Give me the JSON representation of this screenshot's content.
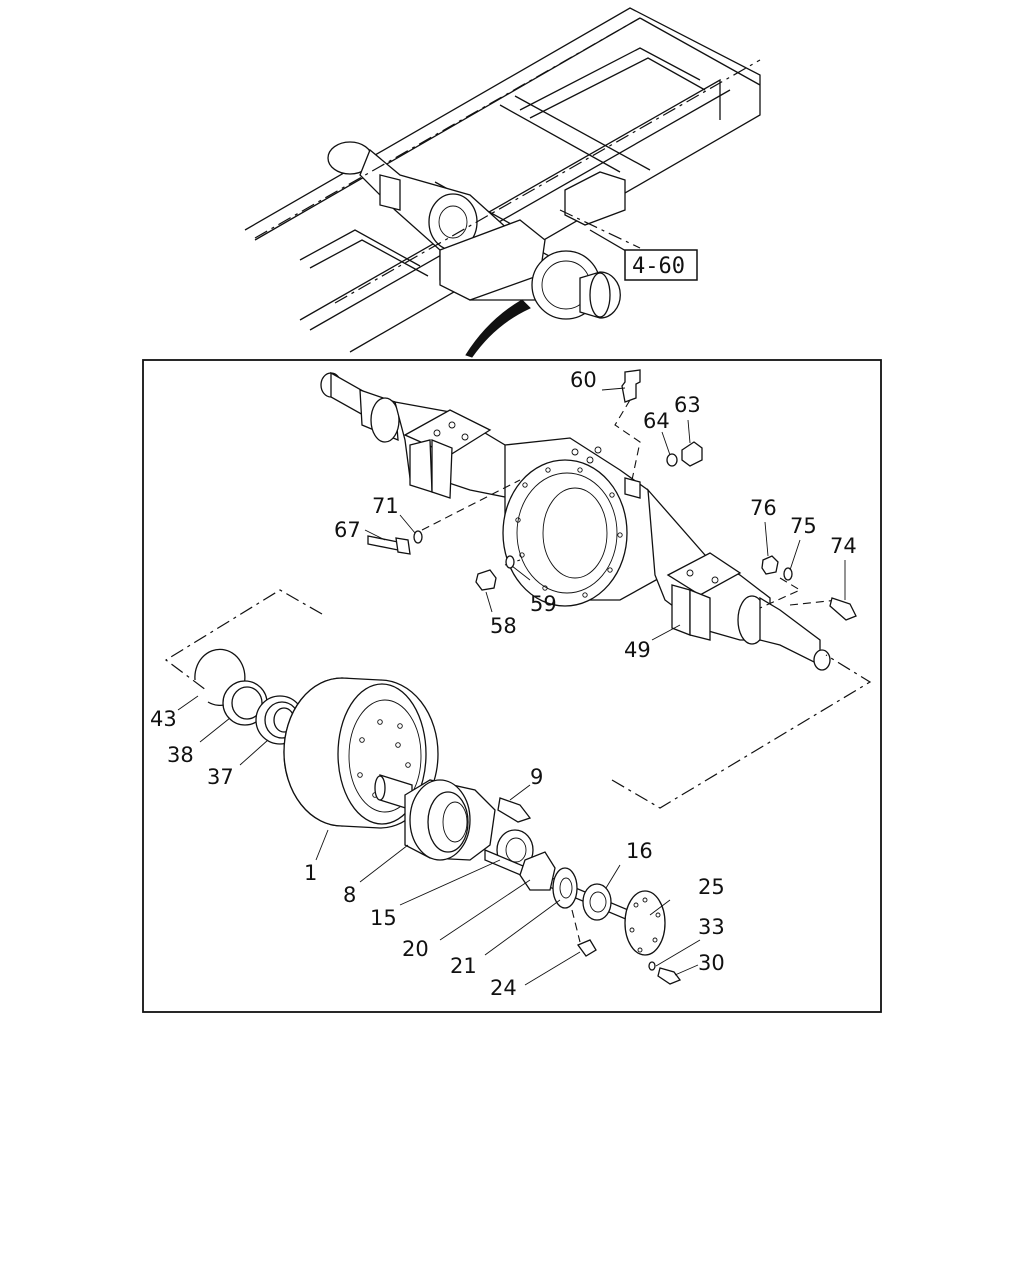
{
  "reference_box": {
    "text": "4-60"
  },
  "callouts": [
    {
      "id": "60",
      "text": "60"
    },
    {
      "id": "64",
      "text": "64"
    },
    {
      "id": "63",
      "text": "63"
    },
    {
      "id": "71",
      "text": "71"
    },
    {
      "id": "67",
      "text": "67"
    },
    {
      "id": "76",
      "text": "76"
    },
    {
      "id": "75",
      "text": "75"
    },
    {
      "id": "74",
      "text": "74"
    },
    {
      "id": "59",
      "text": "59"
    },
    {
      "id": "58",
      "text": "58"
    },
    {
      "id": "49",
      "text": "49"
    },
    {
      "id": "43",
      "text": "43"
    },
    {
      "id": "38",
      "text": "38"
    },
    {
      "id": "37",
      "text": "37"
    },
    {
      "id": "9",
      "text": "9"
    },
    {
      "id": "1",
      "text": "1"
    },
    {
      "id": "8",
      "text": "8"
    },
    {
      "id": "16",
      "text": "16"
    },
    {
      "id": "15",
      "text": "15"
    },
    {
      "id": "25",
      "text": "25"
    },
    {
      "id": "20",
      "text": "20"
    },
    {
      "id": "33",
      "text": "33"
    },
    {
      "id": "21",
      "text": "21"
    },
    {
      "id": "30",
      "text": "30"
    },
    {
      "id": "24",
      "text": "24"
    }
  ]
}
